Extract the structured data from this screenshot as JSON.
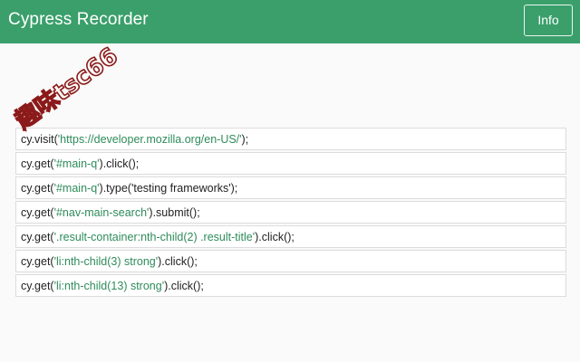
{
  "header": {
    "title": "Cypress Recorder",
    "info_label": "Info"
  },
  "colors": {
    "header_background": "#3a9f6b",
    "argument_text": "#2e8b5a",
    "watermark": "#8b1a1a"
  },
  "commands": [
    {
      "prefix": "cy.visit(",
      "arg": "'https://developer.mozilla.org/en-US/'",
      "suffix": ");"
    },
    {
      "prefix": "cy.get(",
      "arg": "'#main-q'",
      "suffix": ").click();"
    },
    {
      "prefix": "cy.get(",
      "arg": "'#main-q'",
      "suffix": ").type('testing frameworks');"
    },
    {
      "prefix": "cy.get(",
      "arg": "'#nav-main-search'",
      "suffix": ").submit();"
    },
    {
      "prefix": "cy.get(",
      "arg": "'.result-container:nth-child(2) .result-title'",
      "suffix": ").click();"
    },
    {
      "prefix": "cy.get(",
      "arg": "'li:nth-child(3) strong'",
      "suffix": ").click();"
    },
    {
      "prefix": "cy.get(",
      "arg": "'li:nth-child(13) strong'",
      "suffix": ").click();"
    }
  ],
  "watermark": {
    "text": "趣味tsc66"
  }
}
